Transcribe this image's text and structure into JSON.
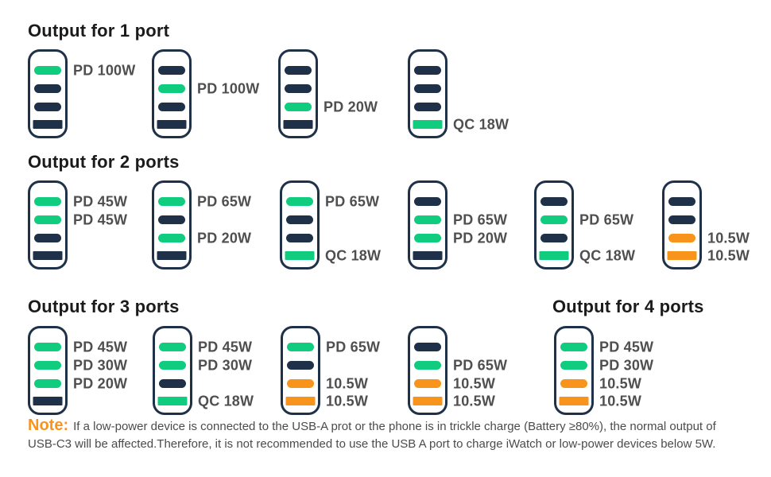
{
  "colors": {
    "navy": "#1e3148",
    "green": "#0fcc7f",
    "orange": "#f8941c",
    "heading": "#1b1b1b",
    "label": "#4f4f4f",
    "note_orange": "#f8941c",
    "note_text": "#4b4b4b",
    "background": "#ffffff"
  },
  "sections": [
    {
      "title": "Output for 1 port",
      "chargers": [
        {
          "ports": [
            {
              "type": "usb-c",
              "color": "green",
              "label": "PD 100W"
            },
            {
              "type": "usb-c",
              "color": "navy",
              "label": ""
            },
            {
              "type": "usb-c",
              "color": "navy",
              "label": ""
            },
            {
              "type": "usb-a",
              "color": "navy",
              "label": ""
            }
          ]
        },
        {
          "ports": [
            {
              "type": "usb-c",
              "color": "navy",
              "label": ""
            },
            {
              "type": "usb-c",
              "color": "green",
              "label": "PD 100W"
            },
            {
              "type": "usb-c",
              "color": "navy",
              "label": ""
            },
            {
              "type": "usb-a",
              "color": "navy",
              "label": ""
            }
          ]
        },
        {
          "ports": [
            {
              "type": "usb-c",
              "color": "navy",
              "label": ""
            },
            {
              "type": "usb-c",
              "color": "navy",
              "label": ""
            },
            {
              "type": "usb-c",
              "color": "green",
              "label": "PD 20W"
            },
            {
              "type": "usb-a",
              "color": "navy",
              "label": ""
            }
          ]
        },
        {
          "ports": [
            {
              "type": "usb-c",
              "color": "navy",
              "label": ""
            },
            {
              "type": "usb-c",
              "color": "navy",
              "label": ""
            },
            {
              "type": "usb-c",
              "color": "navy",
              "label": ""
            },
            {
              "type": "usb-a",
              "color": "green",
              "label": "QC 18W"
            }
          ]
        }
      ]
    },
    {
      "title": "Output for 2 ports",
      "chargers": [
        {
          "ports": [
            {
              "type": "usb-c",
              "color": "green",
              "label": "PD 45W"
            },
            {
              "type": "usb-c",
              "color": "green",
              "label": "PD 45W"
            },
            {
              "type": "usb-c",
              "color": "navy",
              "label": ""
            },
            {
              "type": "usb-a",
              "color": "navy",
              "label": ""
            }
          ]
        },
        {
          "ports": [
            {
              "type": "usb-c",
              "color": "green",
              "label": "PD 65W"
            },
            {
              "type": "usb-c",
              "color": "navy",
              "label": ""
            },
            {
              "type": "usb-c",
              "color": "green",
              "label": "PD 20W"
            },
            {
              "type": "usb-a",
              "color": "navy",
              "label": ""
            }
          ]
        },
        {
          "ports": [
            {
              "type": "usb-c",
              "color": "green",
              "label": "PD 65W"
            },
            {
              "type": "usb-c",
              "color": "navy",
              "label": ""
            },
            {
              "type": "usb-c",
              "color": "navy",
              "label": ""
            },
            {
              "type": "usb-a",
              "color": "green",
              "label": "QC 18W"
            }
          ]
        },
        {
          "ports": [
            {
              "type": "usb-c",
              "color": "navy",
              "label": ""
            },
            {
              "type": "usb-c",
              "color": "green",
              "label": "PD 65W"
            },
            {
              "type": "usb-c",
              "color": "green",
              "label": "PD 20W"
            },
            {
              "type": "usb-a",
              "color": "navy",
              "label": ""
            }
          ]
        },
        {
          "ports": [
            {
              "type": "usb-c",
              "color": "navy",
              "label": ""
            },
            {
              "type": "usb-c",
              "color": "green",
              "label": "PD 65W"
            },
            {
              "type": "usb-c",
              "color": "navy",
              "label": ""
            },
            {
              "type": "usb-a",
              "color": "green",
              "label": "QC 18W"
            }
          ]
        },
        {
          "ports": [
            {
              "type": "usb-c",
              "color": "navy",
              "label": ""
            },
            {
              "type": "usb-c",
              "color": "navy",
              "label": ""
            },
            {
              "type": "usb-c",
              "color": "orange",
              "label": "10.5W"
            },
            {
              "type": "usb-a",
              "color": "orange",
              "label": "10.5W"
            }
          ]
        }
      ]
    },
    {
      "title": "Output for 3 ports",
      "chargers": [
        {
          "ports": [
            {
              "type": "usb-c",
              "color": "green",
              "label": "PD 45W"
            },
            {
              "type": "usb-c",
              "color": "green",
              "label": "PD 30W"
            },
            {
              "type": "usb-c",
              "color": "green",
              "label": "PD 20W"
            },
            {
              "type": "usb-a",
              "color": "navy",
              "label": ""
            }
          ]
        },
        {
          "ports": [
            {
              "type": "usb-c",
              "color": "green",
              "label": "PD 45W"
            },
            {
              "type": "usb-c",
              "color": "green",
              "label": "PD 30W"
            },
            {
              "type": "usb-c",
              "color": "navy",
              "label": ""
            },
            {
              "type": "usb-a",
              "color": "green",
              "label": "QC 18W"
            }
          ]
        },
        {
          "ports": [
            {
              "type": "usb-c",
              "color": "green",
              "label": "PD 65W"
            },
            {
              "type": "usb-c",
              "color": "navy",
              "label": ""
            },
            {
              "type": "usb-c",
              "color": "orange",
              "label": "10.5W"
            },
            {
              "type": "usb-a",
              "color": "orange",
              "label": "10.5W"
            }
          ]
        },
        {
          "ports": [
            {
              "type": "usb-c",
              "color": "navy",
              "label": ""
            },
            {
              "type": "usb-c",
              "color": "green",
              "label": "PD 65W"
            },
            {
              "type": "usb-c",
              "color": "orange",
              "label": "10.5W"
            },
            {
              "type": "usb-a",
              "color": "orange",
              "label": "10.5W"
            }
          ]
        }
      ]
    },
    {
      "title": "Output for 4 ports",
      "chargers": [
        {
          "ports": [
            {
              "type": "usb-c",
              "color": "green",
              "label": "PD 45W"
            },
            {
              "type": "usb-c",
              "color": "green",
              "label": "PD 30W"
            },
            {
              "type": "usb-c",
              "color": "orange",
              "label": "10.5W"
            },
            {
              "type": "usb-a",
              "color": "orange",
              "label": "10.5W"
            }
          ]
        }
      ]
    }
  ],
  "note": {
    "prefix": "Note:",
    "text": "If a low-power device is connected to the USB-A prot or the phone is in trickle charge (Battery ≥80%), the normal output of USB-C3 will be affected.Therefore, it is not recommended to use the USB A port to charge iWatch or low-power devices below 5W."
  }
}
